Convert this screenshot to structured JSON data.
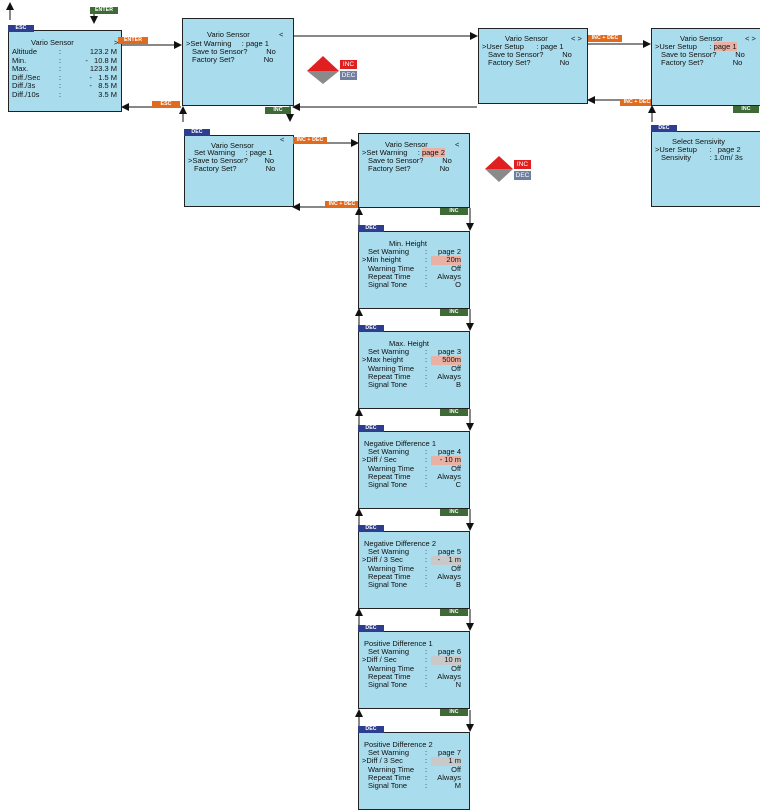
{
  "keys": {
    "esc": "ESC",
    "enter": "ENTER",
    "inc": "INC",
    "dec": "DEC",
    "inc_dec": "INC + DEC"
  },
  "legend": {
    "inc": "INC",
    "dec": "DEC"
  },
  "main": {
    "title": "Vario Sensor",
    "marker": ">",
    "rows": [
      [
        "Altitude",
        ":",
        "123.2 M"
      ],
      [
        "Min.",
        ":",
        "-   10.8 M"
      ],
      [
        "Max.",
        ":",
        "123.3 M"
      ],
      [
        "Diff./Sec",
        ":",
        "-   1.5 M"
      ],
      [
        "Diff./3s",
        ":",
        "-   8.5 M"
      ],
      [
        "Diff./10s",
        ":",
        "3.5 M"
      ]
    ]
  },
  "menu_warning": {
    "title": "Vario Sensor",
    "marker": "<",
    "rows": [
      ">Set Warning     : page 1",
      "Save to Sensor?         No",
      "Factory Set?              No"
    ]
  },
  "menu_save": {
    "title": "Vario Sensor",
    "marker": "<",
    "rows": [
      "Set Warning     : page 1",
      ">Save to Sensor?        No",
      "Factory Set?              No"
    ]
  },
  "menu_warning2": {
    "title": "Vario Sensor",
    "marker": "<",
    "rows": [
      ">Set Warning     :",
      "Save to Sensor?         No",
      "Factory Set?              No"
    ],
    "page": "page 2"
  },
  "menu_user": {
    "title": "Vario Sensor",
    "marker": "< >",
    "rows": [
      ">User Setup      : page 1",
      "Save to Sensor?         No",
      "Factory Set?              No"
    ]
  },
  "menu_user2": {
    "title": "Vario Sensor",
    "marker": "< >",
    "rows": [
      ">User Setup      :",
      "Save to Sensor?         No",
      "Factory Set?              No"
    ],
    "page": "page 1"
  },
  "sensivity": {
    "title": "Select Sensivity",
    "rows": [
      ">User Setup      :   page 2",
      "Sensivity         : 1.0m/ 3s"
    ]
  },
  "pages": [
    {
      "title": "Min. Height",
      "rows": [
        [
          "Set Warning",
          "page 2"
        ],
        [
          ">Min height",
          "20m"
        ],
        [
          "Warning Time",
          "Off"
        ],
        [
          "Repeat Time",
          "Always"
        ],
        [
          "Signal Tone",
          "O"
        ]
      ]
    },
    {
      "title": "Max. Height",
      "rows": [
        [
          "Set Warning",
          "page 3"
        ],
        [
          ">Max height",
          "500m"
        ],
        [
          "Warning Time",
          "Off"
        ],
        [
          "Repeat Time",
          "Always"
        ],
        [
          "Signal Tone",
          "B"
        ]
      ]
    },
    {
      "title": "Negative Difference 1",
      "rows": [
        [
          "Set Warning",
          "page 4"
        ],
        [
          ">Diff / Sec",
          "- 10 m"
        ],
        [
          "Warning Time",
          "Off"
        ],
        [
          "Repeat Time",
          "Always"
        ],
        [
          "Signal Tone",
          "C"
        ]
      ]
    },
    {
      "title": "Negative Difference 2",
      "rows": [
        [
          "Set Warning",
          "page 5"
        ],
        [
          ">Diff / 3 Sec",
          "-    1 m"
        ],
        [
          "Warning Time",
          "Off"
        ],
        [
          "Repeat Time",
          "Always"
        ],
        [
          "Signal Tone",
          "B"
        ]
      ]
    },
    {
      "title": "Positive Difference 1",
      "rows": [
        [
          "Set Warning",
          "page 6"
        ],
        [
          ">Diff / Sec",
          "10 m"
        ],
        [
          "Warning Time",
          "Off"
        ],
        [
          "Repeat Time",
          "Always"
        ],
        [
          "Signal Tone",
          "N"
        ]
      ]
    },
    {
      "title": "Positive Difference 2",
      "rows": [
        [
          "Set Warning",
          "page 7"
        ],
        [
          ">Diff / 3 Sec",
          "1 m"
        ],
        [
          "Warning Time",
          "Off"
        ],
        [
          "Repeat Time",
          "Always"
        ],
        [
          "Signal Tone",
          "M"
        ]
      ]
    }
  ],
  "colors": {
    "screen": "#a9dcec",
    "blue_tag": "#2d3e8f",
    "green_tag": "#3e6b35",
    "orange_tag": "#e06b1e",
    "highlight": "#e9b1a3",
    "inc_diamond": "#e02020",
    "dec_diamond": "#8a8a8a"
  }
}
